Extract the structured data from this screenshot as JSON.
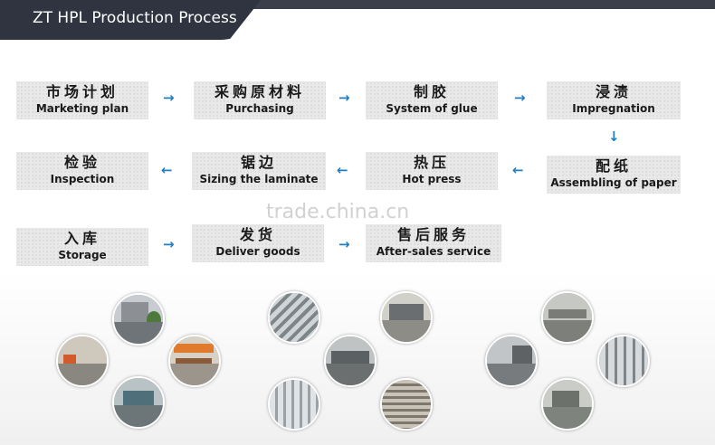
{
  "header": {
    "title": "ZT HPL Production Process"
  },
  "steps": {
    "s1": {
      "zh": "市场计划",
      "en": "Marketing plan"
    },
    "s2": {
      "zh": "采购原材料",
      "en": "Purchasing"
    },
    "s3": {
      "zh": "制胶",
      "en": "System of glue"
    },
    "s4": {
      "zh": "浸渍",
      "en": "Impregnation"
    },
    "s5": {
      "zh": "配纸",
      "en": "Assembling of paper"
    },
    "s6": {
      "zh": "热压",
      "en": "Hot press"
    },
    "s7": {
      "zh": "锯边",
      "en": "Sizing the laminate"
    },
    "s8": {
      "zh": "检验",
      "en": "Inspection"
    },
    "s9": {
      "zh": "入库",
      "en": "Storage"
    },
    "s10": {
      "zh": "发货",
      "en": "Deliver goods"
    },
    "s11": {
      "zh": "售后服务",
      "en": "After-sales service"
    }
  },
  "icons": {
    "right": "→",
    "left": "←",
    "down": "↓"
  },
  "watermark": "trade.china.cn",
  "colors": {
    "header": "#2f3440",
    "arrow": "#1f7fc4",
    "box": "#e9e9e9"
  }
}
